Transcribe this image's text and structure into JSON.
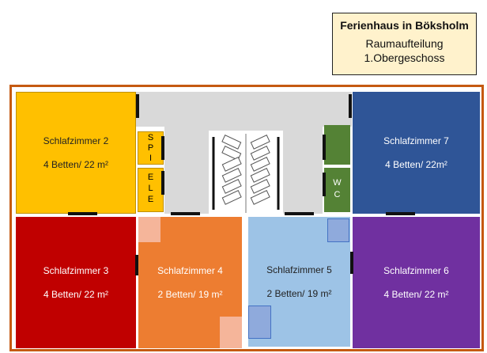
{
  "title": {
    "name": "Ferienhaus in Böksholm",
    "line1": "Raumaufteilung",
    "line2": "1.Obergeschoss"
  },
  "rooms": [
    {
      "name": "Schlafzimmer 2",
      "info": "4 Betten/ 22 m²",
      "color": "#ffc000"
    },
    {
      "name": "Schlafzimmer 7",
      "info": "4 Betten/ 22m²",
      "color": "#2f5597"
    },
    {
      "name": "Schlafzimmer 3",
      "info": "4 Betten/ 22 m²",
      "color": "#c00000"
    },
    {
      "name": "Schlafzimmer 4",
      "info": "2 Betten/ 19 m²",
      "color": "#ed7d31"
    },
    {
      "name": "Schlafzimmer 5",
      "info": "2 Betten/ 19 m²",
      "color": "#9dc3e6"
    },
    {
      "name": "Schlafzimmer 6",
      "info": "4 Betten/ 22 m²",
      "color": "#7030a0"
    }
  ],
  "spiele": [
    "S",
    "P",
    "I",
    "E",
    "L",
    "E"
  ],
  "wc": [
    "W",
    "C"
  ]
}
